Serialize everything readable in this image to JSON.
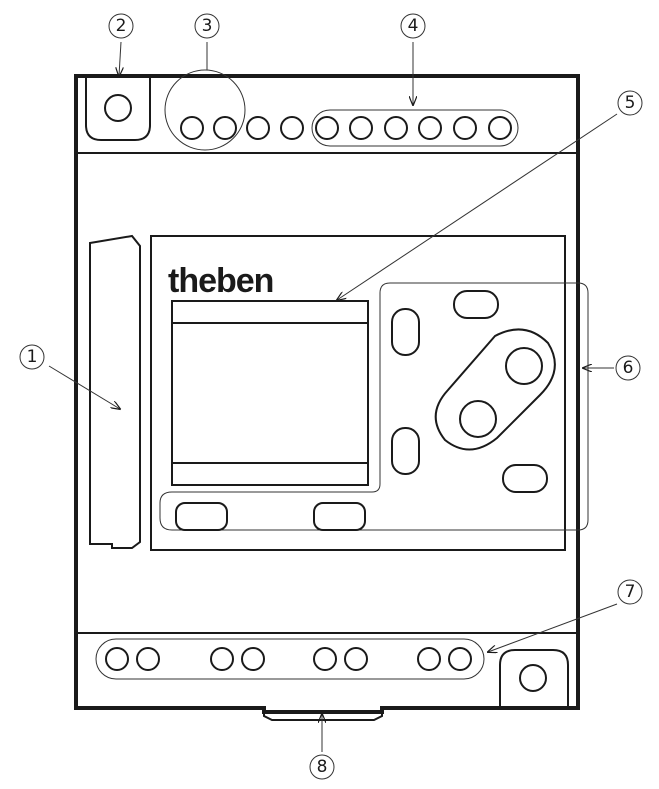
{
  "brand": {
    "logo_text": "theben"
  },
  "callouts": [
    {
      "id": "1",
      "label": "1"
    },
    {
      "id": "2",
      "label": "2"
    },
    {
      "id": "3",
      "label": "3"
    },
    {
      "id": "4",
      "label": "4"
    },
    {
      "id": "5",
      "label": "5"
    },
    {
      "id": "6",
      "label": "6"
    },
    {
      "id": "7",
      "label": "7"
    },
    {
      "id": "8",
      "label": "8"
    }
  ],
  "colors": {
    "line": "#1a1a1a",
    "background": "#ffffff"
  }
}
